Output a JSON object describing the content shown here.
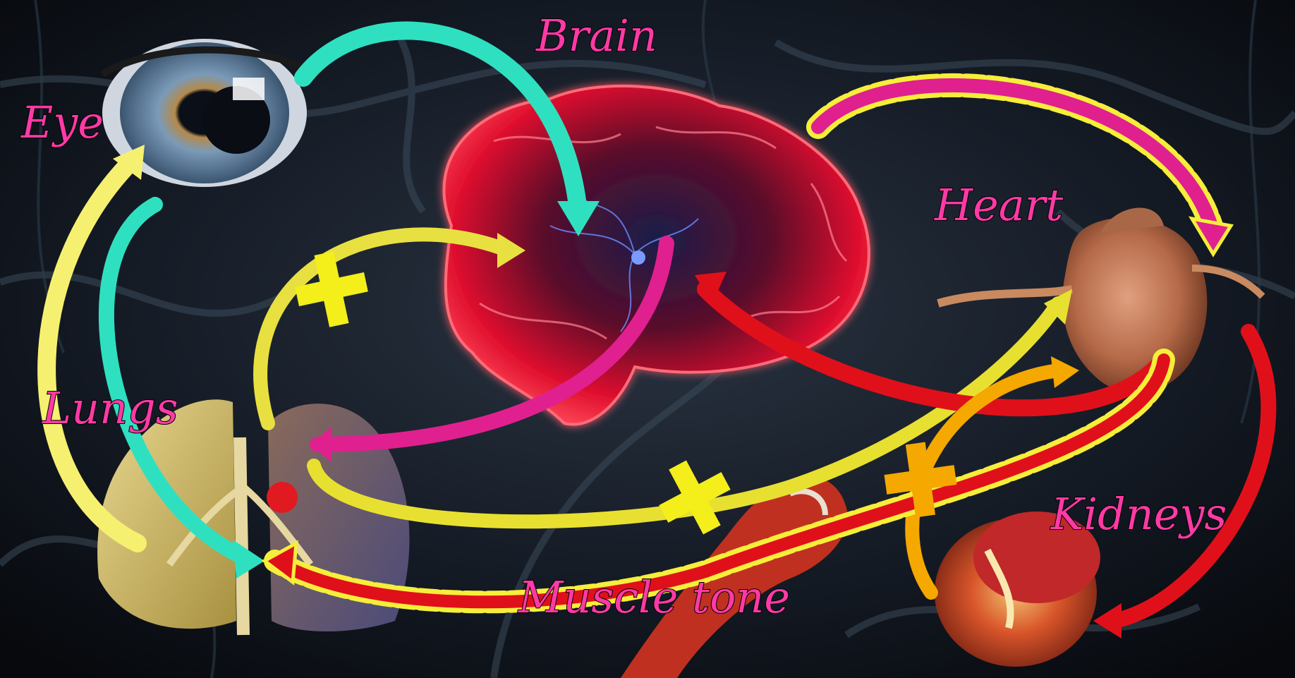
{
  "labels": {
    "brain": "Brain",
    "eye": "Eye",
    "heart": "Heart",
    "lungs": "Lungs",
    "kidneys": "Kidneys",
    "muscle": "Muscle tone"
  },
  "colors": {
    "label": "#ff3aa6",
    "teal": "#2fe0c0",
    "yellow": "#f4ee2a",
    "olive": "#c9c23a",
    "red": "#e0101a",
    "magenta": "#e0208f",
    "orange": "#f5a800",
    "dashed_outline": "#f6ee3a"
  }
}
